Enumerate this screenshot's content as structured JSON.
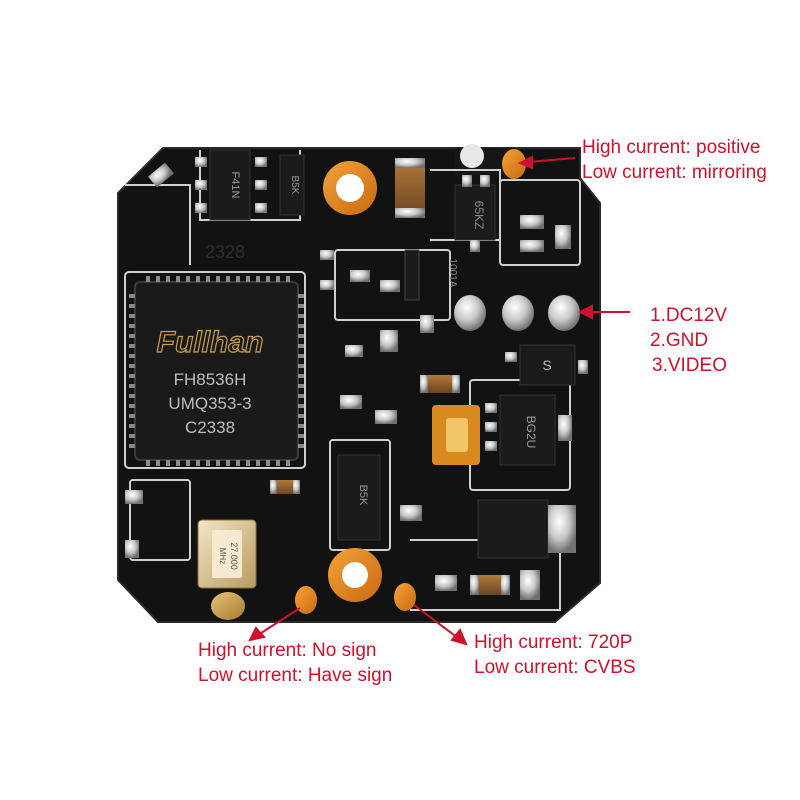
{
  "chip": {
    "brand": "Fullhan",
    "model": "FH8536H",
    "lot": "UMQ353-3",
    "date": "C2338"
  },
  "silkscreen": {
    "top_code": "2328",
    "ic_top": "F41N",
    "ic_top_side": "B5K",
    "transistor_right": "65KZ",
    "regulator_code": "1001A",
    "ic_right_mark": "S",
    "ic_right": "BG2U",
    "ic_bottom": "B5K",
    "crystal_freq": "27.000",
    "crystal_unit": "MHz"
  },
  "annotations": {
    "top_right": {
      "line1": "High current: positive",
      "line2": "Low current: mirroring"
    },
    "pins": {
      "line1": "1.DC12V",
      "line2": "2.GND",
      "line3": "3.VIDEO"
    },
    "bottom_left": {
      "line1": "High current: No sign",
      "line2": "Low current: Have sign"
    },
    "bottom_right": {
      "line1": "High current: 720P",
      "line2": "Low current: CVBS"
    }
  },
  "colors": {
    "pcb": "#101010",
    "annotation": "#d0112b",
    "pad_gold": "#c9a24f",
    "pad_orange": "#e88a1c",
    "solder": "#d9d9d9",
    "silkscreen": "#e8e8e8"
  }
}
